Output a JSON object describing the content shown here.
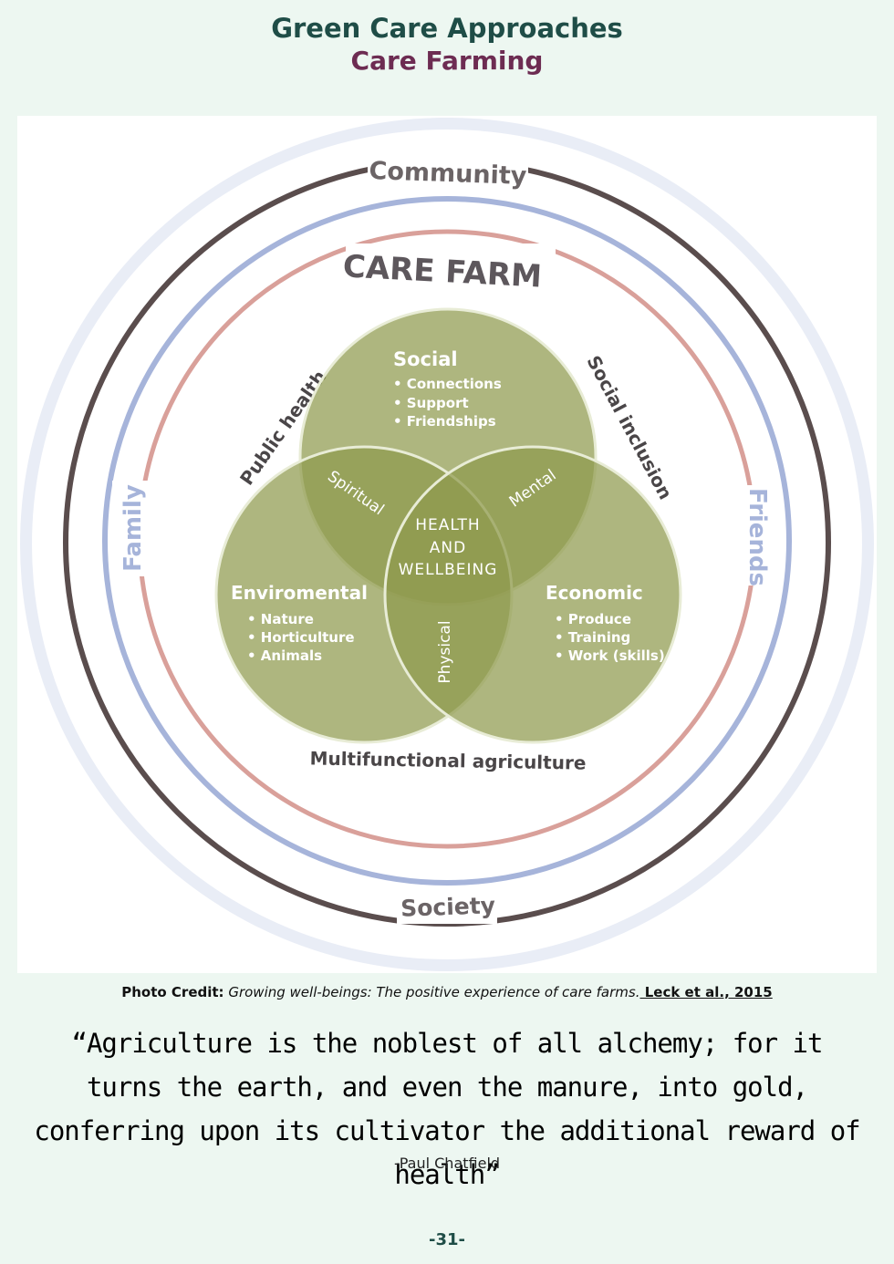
{
  "header": {
    "title": "Green Care Approaches",
    "subtitle": "Care Farming"
  },
  "diagram": {
    "rings": {
      "community": "Community",
      "society": "Society",
      "family": "Family",
      "friends": "Friends",
      "care_farm": "CARE FARM"
    },
    "outer_labels": {
      "public_health": "Public health",
      "social_inclusion": "Social inclusion",
      "multifunctional": "Multifunctional agriculture"
    },
    "circles": {
      "social": {
        "title": "Social",
        "items": [
          "• Connections",
          "• Support",
          "• Friendships"
        ]
      },
      "environmental": {
        "title": "Enviromental",
        "items": [
          "• Nature",
          "• Horticulture",
          "• Animals"
        ]
      },
      "economic": {
        "title": "Economic",
        "items": [
          "• Produce",
          "• Training",
          "• Work (skills)"
        ]
      }
    },
    "overlaps": {
      "spiritual": "Spiritual",
      "mental": "Mental",
      "physical": "Physical"
    },
    "center": [
      "HEALTH",
      "AND",
      "WELLBEING"
    ]
  },
  "credit": {
    "label": "Photo Credit:",
    "work": "Growing well-beings",
    "rest": ": The positive experience of care farms.",
    "citation": " Leck et al., 2015"
  },
  "quote": {
    "text": "“Agriculture is the noblest of all alchemy; for it turns the earth, and even the manure, into gold, conferring upon its cultivator the additional reward of health”",
    "author": "-Paul Chatfield"
  },
  "page_number": "-31-",
  "colors": {
    "title": "#1f4d47",
    "subtitle": "#6d2c52",
    "venn": "#8f9a4e",
    "ring_dark": "#5a4d4d",
    "ring_blue": "#a6b4da",
    "ring_red": "#d9a09a",
    "halo": "#e9edf6"
  }
}
